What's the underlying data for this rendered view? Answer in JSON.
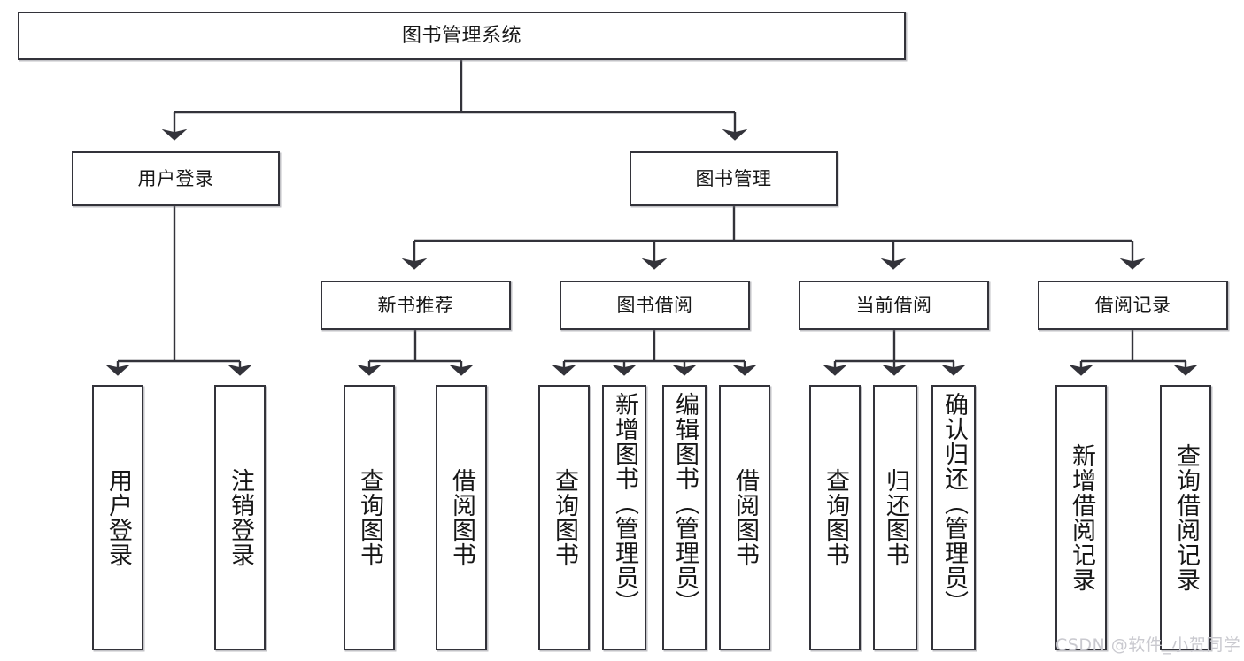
{
  "diagram": {
    "title": "图书管理系统",
    "type": "hierarchy-tree",
    "root": {
      "label": "图书管理系统"
    },
    "level2": [
      {
        "label": "用户登录"
      },
      {
        "label": "图书管理"
      }
    ],
    "level3": [
      {
        "label": "新书推荐"
      },
      {
        "label": "图书借阅"
      },
      {
        "label": "当前借阅"
      },
      {
        "label": "借阅记录"
      }
    ],
    "leaves": {
      "user_login": [
        {
          "label": "用户登录"
        },
        {
          "label": "注销登录"
        }
      ],
      "new_book_recommend": [
        {
          "label": "查询图书"
        },
        {
          "label": "借阅图书"
        }
      ],
      "book_borrow": [
        {
          "label": "查询图书"
        },
        {
          "label": "新增图书（管理员）"
        },
        {
          "label": "编辑图书（管理员）"
        },
        {
          "label": "借阅图书"
        }
      ],
      "current_borrow": [
        {
          "label": "查询图书"
        },
        {
          "label": "归还图书"
        },
        {
          "label": "确认归还（管理员）"
        }
      ],
      "borrow_record": [
        {
          "label": "新增借阅记录"
        },
        {
          "label": "查询借阅记录"
        }
      ]
    }
  },
  "watermark": {
    "text": "CSDN @软件_小贺同学"
  },
  "colors": {
    "box_border": "#33333a",
    "box_fill": "#ffffff",
    "line": "#33333a",
    "text": "#161616",
    "watermark": "#c9c9cf"
  }
}
